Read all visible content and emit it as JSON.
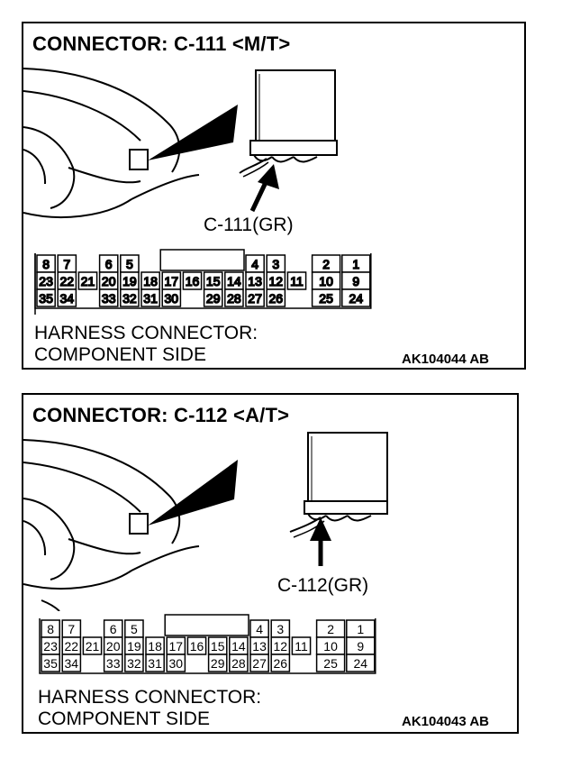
{
  "panels": [
    {
      "title": "CONNECTOR: C-111 <M/T>",
      "callout": "C-111(GR)",
      "caption_line1": "HARNESS CONNECTOR:",
      "caption_line2": "COMPONENT SIDE",
      "figure_id": "AK104044 AB"
    },
    {
      "title": "CONNECTOR: C-112 <A/T>",
      "callout": "C-112(GR)",
      "caption_line1": "HARNESS CONNECTOR:",
      "caption_line2": "COMPONENT SIDE",
      "figure_id": "AK104043 AB"
    }
  ],
  "connector": {
    "row1": [
      "8",
      "7",
      "6",
      "5",
      "4",
      "3",
      "2",
      "1"
    ],
    "row2": [
      "23",
      "22",
      "21",
      "20",
      "19",
      "18",
      "17",
      "16",
      "15",
      "14",
      "13",
      "12",
      "11",
      "10",
      "9"
    ],
    "row3": [
      "35",
      "34",
      "33",
      "32",
      "31",
      "30",
      "29",
      "28",
      "27",
      "26",
      "25",
      "24"
    ]
  }
}
